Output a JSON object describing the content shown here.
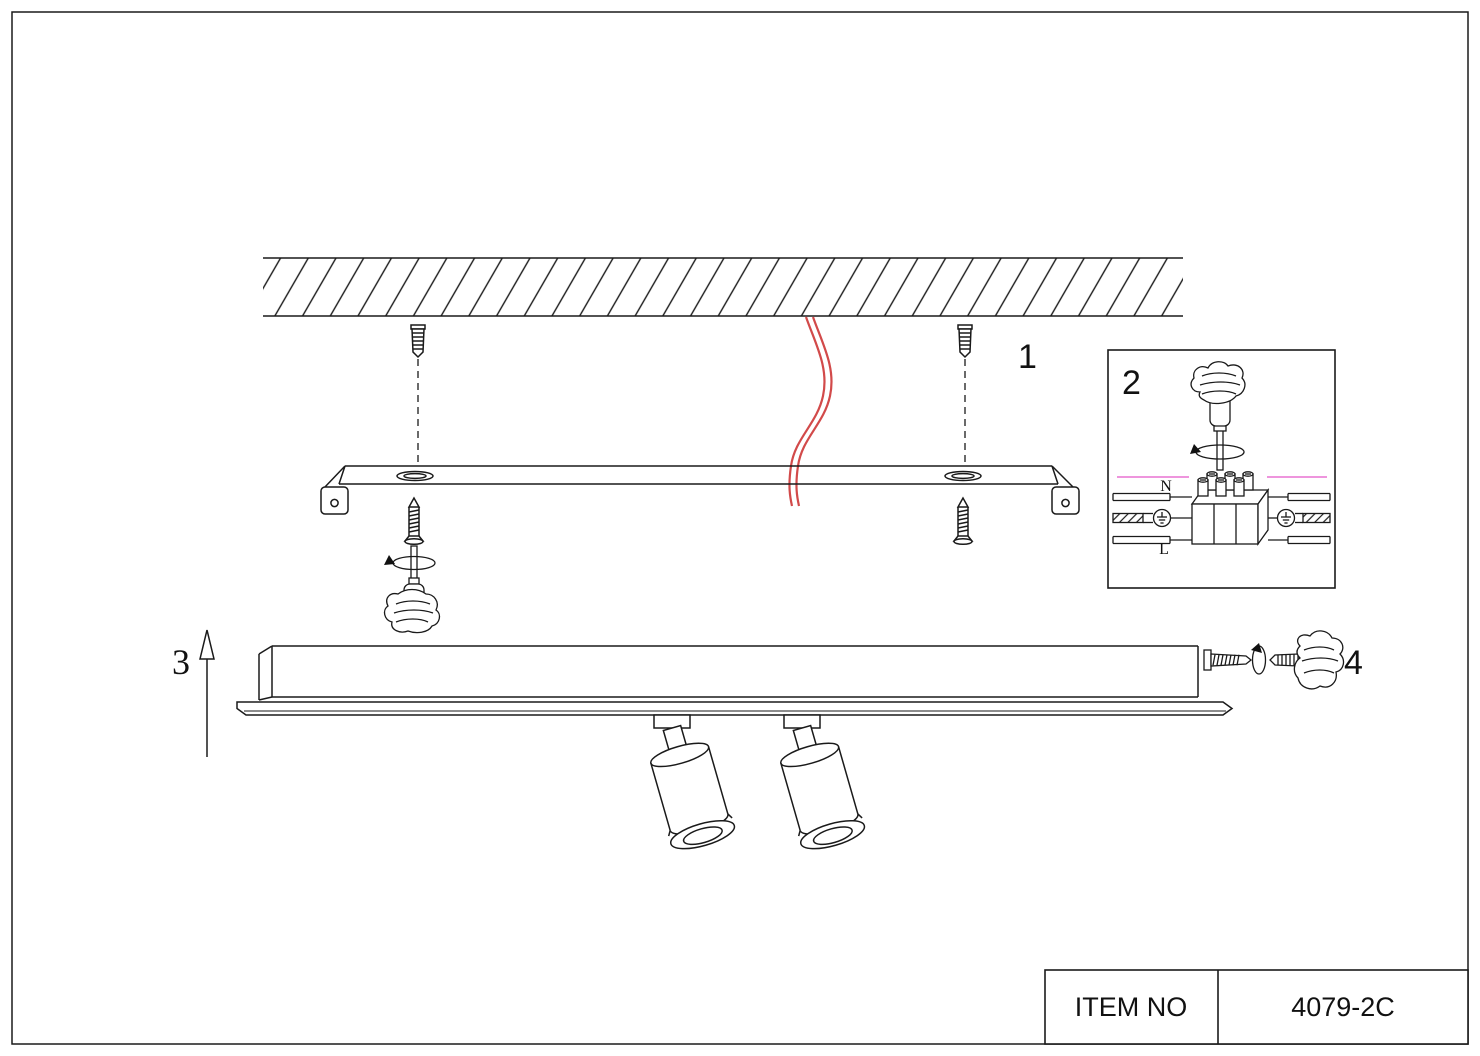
{
  "document": {
    "kind": "light-fixture-installation-diagram",
    "background": "#ffffff",
    "line_color": "#1a1a1a"
  },
  "steps": [
    {
      "label": "1"
    },
    {
      "label": "2"
    },
    {
      "label": "3"
    },
    {
      "label": "4"
    }
  ],
  "wiring": {
    "neutral_label": "N",
    "live_label": "L",
    "wire_color": "#d24a4a",
    "marker_color": "#ec86d8"
  },
  "footer": {
    "item_label": "ITEM NO",
    "item_value": "4079-2C"
  }
}
